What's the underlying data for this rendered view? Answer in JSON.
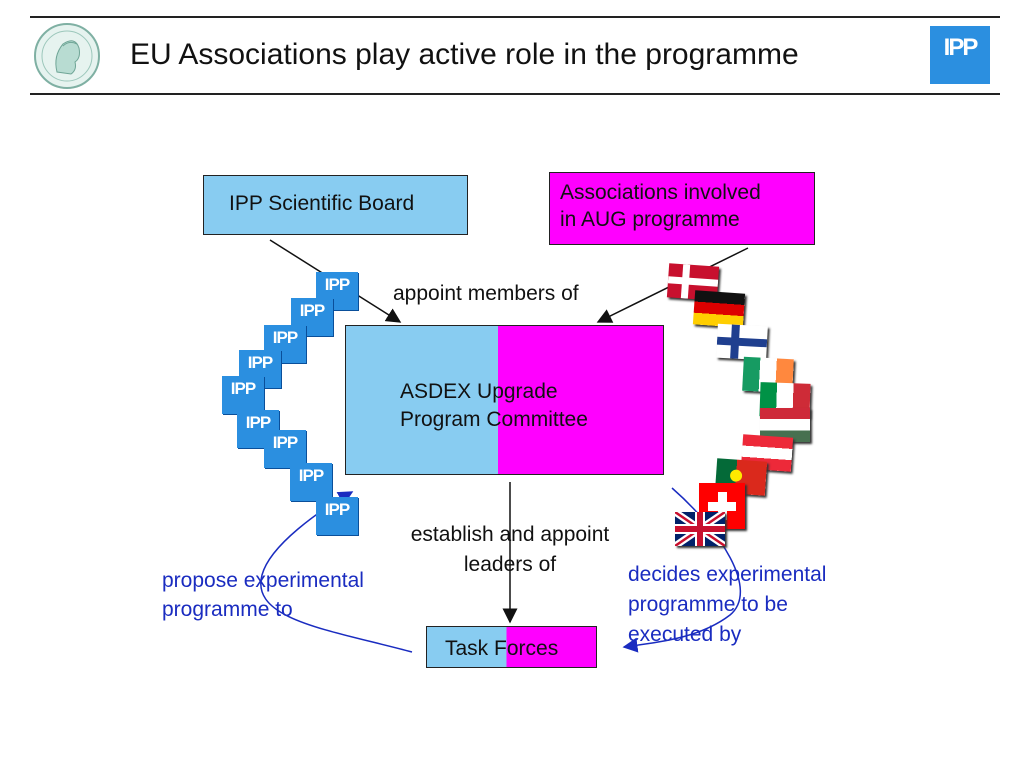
{
  "header": {
    "title": "EU Associations play active role in the programme",
    "logo_text": "IPP"
  },
  "diagram": {
    "scientific_board": "IPP Scientific Board",
    "associations_line1": "Associations involved",
    "associations_line2": "in AUG programme",
    "committee_line1": "ASDEX Upgrade",
    "committee_line2": "Program Committee",
    "task_forces": "Task Forces",
    "appoint_members": "appoint members of",
    "establish_line1": "establish and appoint",
    "establish_line2": "leaders of",
    "propose_line1": "propose experimental",
    "propose_line2": "programme to",
    "decides_line1": "decides experimental",
    "decides_line2": "programme to be",
    "decides_line3": "executed by",
    "stamp_text": "IPP"
  },
  "flags": [
    "denmark-flag-icon",
    "germany-flag-icon",
    "finland-flag-icon",
    "ireland-flag-icon",
    "italy-flag-icon",
    "hungary-flag-icon",
    "austria-flag-icon",
    "portugal-flag-icon",
    "switzerland-flag-icon",
    "uk-flag-icon"
  ],
  "colors": {
    "light_blue": "#88ccf1",
    "magenta": "#ff00ff",
    "ipp_blue": "#2b8fe0",
    "annotation_blue": "#1a2cc0"
  }
}
